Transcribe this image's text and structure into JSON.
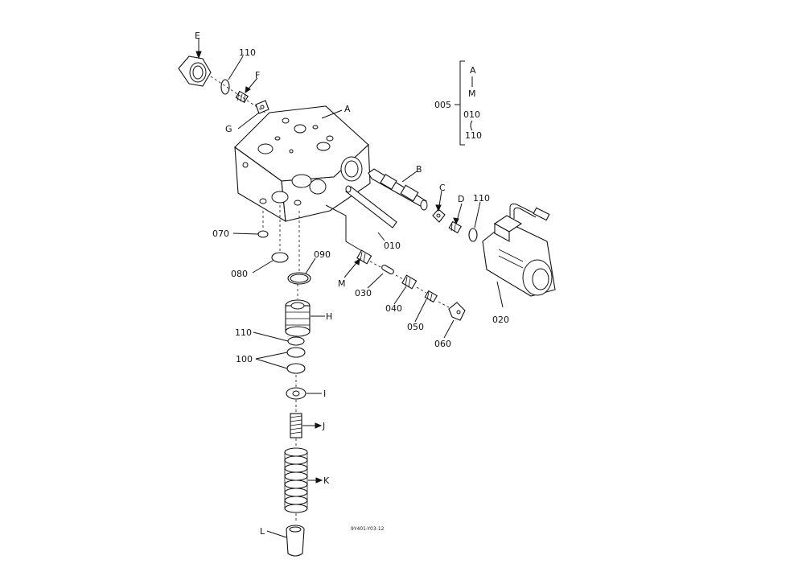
{
  "callouts": {
    "E": "E",
    "110_top": "110",
    "F": "F",
    "A": "A",
    "G": "G",
    "B": "B",
    "C": "C",
    "D": "D",
    "110_right": "110",
    "070": "070",
    "010": "010",
    "080": "080",
    "090": "090",
    "M": "M",
    "030": "030",
    "040": "040",
    "050": "050",
    "060": "060",
    "020": "020",
    "H": "H",
    "110_mid": "110",
    "100": "100",
    "I": "I",
    "J": "J",
    "K": "K",
    "L": "L"
  },
  "kit_legend": {
    "group_label": "005",
    "items": [
      "A",
      "M",
      "010",
      "110"
    ]
  },
  "drawing_code": "9Y401-Y03-12"
}
